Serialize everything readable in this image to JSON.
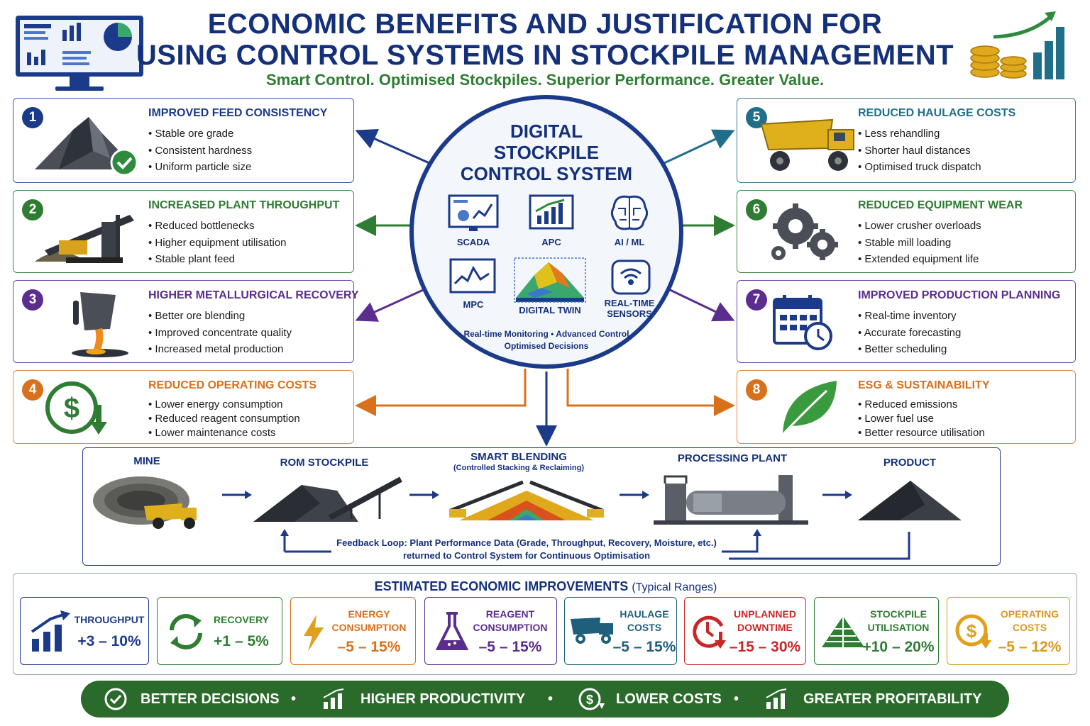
{
  "header": {
    "title_line1": "ECONOMIC BENEFITS AND JUSTIFICATION FOR",
    "title_line2": "USING CONTROL SYSTEMS IN STOCKPILE MANAGEMENT",
    "subtitle": "Smart Control. Optimised Stockpiles. Superior Performance. Greater Value."
  },
  "benefits": [
    {
      "n": "1",
      "title": "IMPROVED FEED CONSISTENCY",
      "items": [
        "Stable ore grade",
        "Consistent hardness",
        "Uniform particle size"
      ],
      "color": "#1b3a8a"
    },
    {
      "n": "2",
      "title": "INCREASED PLANT THROUGHPUT",
      "items": [
        "Reduced bottlenecks",
        "Higher equipment utilisation",
        "Stable plant feed"
      ],
      "color": "#2e7d32"
    },
    {
      "n": "3",
      "title": "HIGHER METALLURGICAL RECOVERY",
      "items": [
        "Better ore blending",
        "Improved concentrate quality",
        "Increased metal production"
      ],
      "color": "#5b2d8e"
    },
    {
      "n": "4",
      "title": "REDUCED OPERATING COSTS",
      "items": [
        "Lower energy consumption",
        "Reduced reagent consumption",
        "Lower maintenance costs"
      ],
      "color": "#d9711c"
    },
    {
      "n": "5",
      "title": "REDUCED HAULAGE COSTS",
      "items": [
        "Less rehandling",
        "Shorter haul distances",
        "Optimised truck dispatch"
      ],
      "color": "#1f6f8b"
    },
    {
      "n": "6",
      "title": "REDUCED EQUIPMENT WEAR",
      "items": [
        "Lower crusher overloads",
        "Stable mill loading",
        "Extended equipment life"
      ],
      "color": "#2e7d32"
    },
    {
      "n": "7",
      "title": "IMPROVED PRODUCTION PLANNING",
      "items": [
        "Real-time inventory",
        "Accurate forecasting",
        "Better scheduling"
      ],
      "color": "#5b2d8e"
    },
    {
      "n": "8",
      "title": "ESG & SUSTAINABILITY",
      "items": [
        "Reduced emissions",
        "Lower fuel use",
        "Better resource utilisation"
      ],
      "color": "#d9711c"
    }
  ],
  "center": {
    "title1": "DIGITAL",
    "title2": "STOCKPILE",
    "title3": "CONTROL SYSTEM",
    "tech": [
      "SCADA",
      "APC",
      "AI / ML",
      "MPC",
      "DIGITAL TWIN",
      "REAL-TIME",
      "SENSORS"
    ],
    "caption1": "Real-time Monitoring • Advanced Control",
    "caption2": "Optimised Decisions"
  },
  "flow": {
    "stages": [
      "MINE",
      "ROM STOCKPILE",
      "SMART BLENDING",
      "PROCESSING PLANT",
      "PRODUCT"
    ],
    "blend_sub": "(Controlled Stacking & Reclaiming)",
    "feedback1": "Feedback Loop: Plant Performance Data (Grade, Throughput, Recovery, Moisture, etc.)",
    "feedback2": "returned to Control System for Continuous Optimisation"
  },
  "estimates": {
    "title": "ESTIMATED ECONOMIC IMPROVEMENTS",
    "title_sub": "(Typical Ranges)",
    "kpis": [
      {
        "l1": "THROUGHPUT",
        "l2": "",
        "value": "+3 – 10%",
        "color": "#1b3a8a"
      },
      {
        "l1": "RECOVERY",
        "l2": "",
        "value": "+1 – 5%",
        "color": "#2e7d32"
      },
      {
        "l1": "ENERGY",
        "l2": "CONSUMPTION",
        "value": "–5 – 15%",
        "color": "#d9711c"
      },
      {
        "l1": "REAGENT",
        "l2": "CONSUMPTION",
        "value": "–5 – 15%",
        "color": "#5b2d8e"
      },
      {
        "l1": "HAULAGE",
        "l2": "COSTS",
        "value": "–5 – 15%",
        "color": "#1f5f7b"
      },
      {
        "l1": "UNPLANNED",
        "l2": "DOWNTIME",
        "value": "–15 – 30%",
        "color": "#c62828"
      },
      {
        "l1": "STOCKPILE",
        "l2": "UTILISATION",
        "value": "+10 – 20%",
        "color": "#2e7d32"
      },
      {
        "l1": "OPERATING",
        "l2": "COSTS",
        "value": "–5 – 12%",
        "color": "#d99a1c"
      }
    ]
  },
  "banner": [
    "BETTER DECISIONS",
    "HIGHER PRODUCTIVITY",
    "LOWER COSTS",
    "GREATER PROFITABILITY"
  ]
}
